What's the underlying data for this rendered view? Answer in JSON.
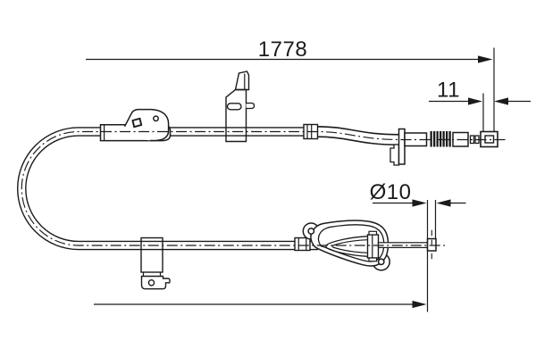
{
  "diagram": {
    "type": "technical-part-drawing",
    "subject": "parking brake cable with mounting brackets, spring section and end fittings",
    "colors": {
      "background": "#ffffff",
      "line": "#1b1b1b"
    },
    "labels": {
      "total_length": "1778",
      "end_fitting_width": "11",
      "rod_diameter": "Ø10"
    }
  }
}
